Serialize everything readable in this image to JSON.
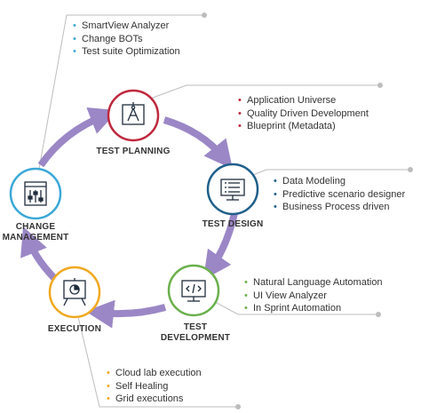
{
  "colors": {
    "arrow": "#9b87c6",
    "connector": "#bdbdbd",
    "test_planning": "#c0273d",
    "test_design": "#1f5f8b",
    "test_development": "#6ab04c",
    "execution": "#f0a81e",
    "change_management": "#3aa8d8"
  },
  "stages": {
    "test_planning": {
      "label": "TEST PLANNING",
      "icon": "blueprint-compass-icon",
      "items": [
        "Application Universe",
        "Quality Driven Development",
        "Blueprint (Metadata)"
      ]
    },
    "test_design": {
      "label": "TEST DESIGN",
      "icon": "checklist-monitor-icon",
      "items": [
        "Data Modeling",
        "Predictive scenario designer",
        "Business Process driven"
      ]
    },
    "test_development": {
      "label_line1": "TEST",
      "label_line2": "DEVELOPMENT",
      "icon": "code-monitor-icon",
      "items": [
        "Natural Language Automation",
        "UI View Analyzer",
        "In Sprint Automation"
      ]
    },
    "execution": {
      "label": "EXECUTION",
      "icon": "presentation-board-icon",
      "items": [
        "Cloud lab execution",
        "Self Healing",
        "Grid executions"
      ]
    },
    "change_management": {
      "label_line1": "CHANGE",
      "label_line2": "MANAGEMENT",
      "icon": "sliders-panel-icon",
      "items": [
        "SmartView Analyzer",
        "Change BOTs",
        "Test suite Optimization"
      ]
    }
  }
}
